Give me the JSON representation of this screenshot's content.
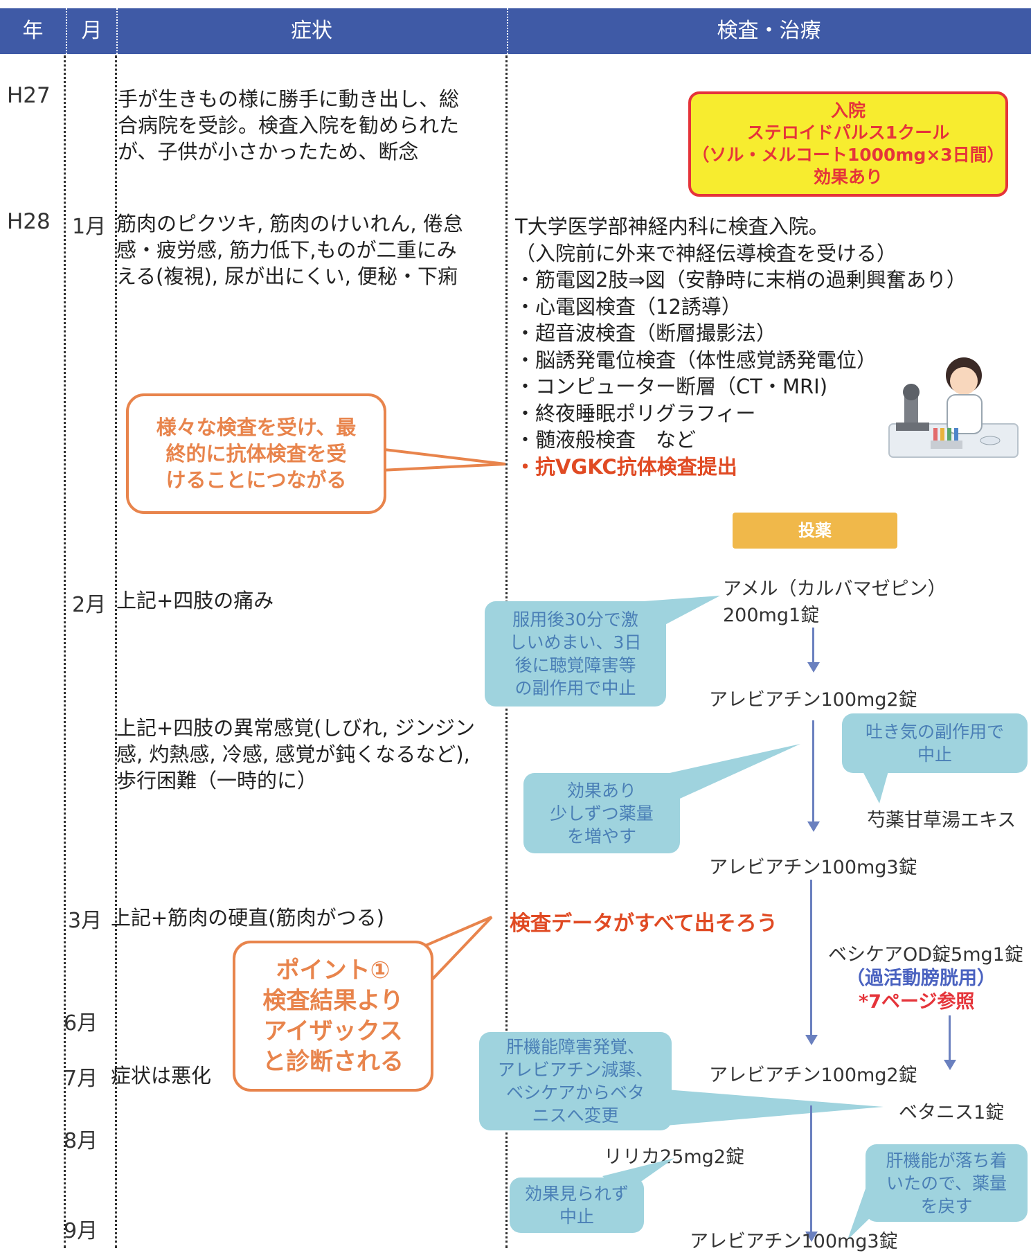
{
  "header": {
    "year": "年",
    "month": "月",
    "symptoms": "症状",
    "tests": "検査・治療"
  },
  "rows": {
    "h27": {
      "year": "H27",
      "symptom_lines": [
        "手が生きもの様に勝手に動き出し、総",
        "合病院を受診。検査入院を勧められた",
        "が、子供が小さかったため、断念"
      ]
    },
    "h28": {
      "year": "H28",
      "month": "1月",
      "symptom_lines": [
        "筋肉のピクツキ, 筋肉のけいれん, 倦怠",
        "感・疲労感, 筋力低下,ものが二重にみ",
        "える(複視), 尿が出にくい, 便秘・下痢"
      ]
    },
    "feb": {
      "month": "2月",
      "symptom": "上記+四肢の痛み"
    },
    "feb2": {
      "symptom_lines": [
        "上記+四肢の異常感覚(しびれ, ジンジン",
        "感, 灼熱感, 冷感, 感覚が鈍くなるなど),",
        "歩行困難（一時的に）"
      ]
    },
    "mar": {
      "month": "3月",
      "symptom": "上記+筋肉の硬直(筋肉がつる)"
    },
    "jun": {
      "month": "6月"
    },
    "jul": {
      "month": "7月",
      "symptom": "症状は悪化"
    },
    "aug": {
      "month": "8月"
    },
    "sep": {
      "month": "9月"
    }
  },
  "hospital_box": {
    "lines": [
      "入院",
      "ステロイドパルス1クール",
      "（ソル・メルコート1000mg×3日間）",
      "効果あり"
    ]
  },
  "tests": {
    "lines": [
      "T大学医学部神経内科に検査入院。",
      "（入院前に外来で神経伝導検査を受ける）",
      "・筋電図2肢⇒図（安静時に末梢の過剰興奮あり）",
      "・心電図検査（12誘導）",
      "・超音波検査（断層撮影法）",
      "・脳誘発電位検査（体性感覚誘発電位）",
      "・コンピューター断層（CT・MRI)",
      "・終夜睡眠ポリグラフィー",
      "・髄液般検査　など"
    ],
    "highlight": "・抗VGKC抗体検査提出"
  },
  "callout_tests": {
    "lines": [
      "様々な検査を受け、最",
      "終的に抗体検査を受",
      "けることにつながる"
    ]
  },
  "banner": "投薬",
  "drugs": {
    "amel_1": "アメル（カルバマゼピン）",
    "amel_2": "200mg1錠",
    "alev_1": "アレビアチン100mg2錠",
    "shakuyaku": "芍薬甘草湯エキス",
    "alev_2": "アレビアチン100mg3錠",
    "besi_1": "ベシケアOD錠5mg1錠",
    "besi_2": "（過活動膀胱用）",
    "besi_3": "*7ページ参照",
    "alev_3": "アレビアチン100mg2錠",
    "betanis": "ベタニス1錠",
    "lyrica": "リリカ25mg2錠",
    "alev_4": "アレビアチン100mg3錠"
  },
  "bubbles": {
    "dizzy": [
      "服用後30分で激",
      "しいめまい、3日",
      "後に聴覚障害等",
      "の副作用で中止"
    ],
    "nausea": [
      "吐き気の副作用で",
      "中止"
    ],
    "effective": [
      "効果あり",
      "少しずつ薬量",
      "を増やす"
    ],
    "liver": [
      "肝機能障害発覚、",
      "アレビアチン減薬、",
      "ベシケアからベタ",
      "ニスへ変更"
    ],
    "noeffect": [
      "効果見られず",
      "中止"
    ],
    "liver_ok": [
      "肝機能が落ち着",
      "いたので、薬量",
      "を戻す"
    ]
  },
  "data_note": "検査データがすべて出そろう",
  "point": {
    "lines": [
      "ポイント①",
      "検査結果より",
      "アイザックス",
      "と診断される"
    ]
  },
  "colors": {
    "header": "#3f5aa6",
    "bubble": "#9fd3de",
    "orange": "#e8844c",
    "red": "#e5343a",
    "yellow": "#f7ec2f",
    "arrow": "#6a80bf"
  }
}
